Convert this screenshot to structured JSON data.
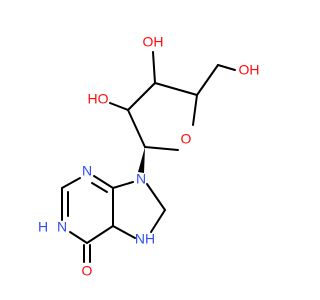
{
  "molecule": {
    "colors": {
      "bond": "#000000",
      "oxygen": "#ff0d0d",
      "nitrogen": "#3050f8"
    },
    "labels": {
      "o_top": "OH",
      "o_left": "HO",
      "o_right": "OH",
      "o_ring": "O",
      "n9": "N",
      "n3": "N",
      "n1": "N",
      "n1_h": "H",
      "n7": "NH",
      "o6": "O"
    }
  }
}
